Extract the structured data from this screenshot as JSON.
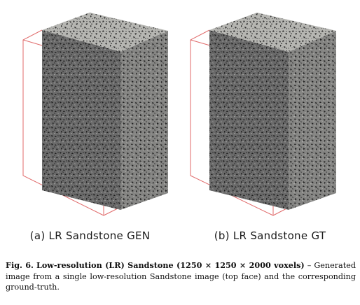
{
  "figure": {
    "panels": [
      {
        "subcaption": "(a) LR Sandstone GEN"
      },
      {
        "subcaption": "(b) LR Sandstone GT"
      }
    ],
    "colors": {
      "frame": "#e06a6a",
      "top_face": "#b6b6b2",
      "front_face": "#707070",
      "side_face": "#8a8a88",
      "grain_dark": "#1e1e1e"
    }
  },
  "caption": {
    "label": "Fig. 6.",
    "title": "Low-resolution (LR) Sandstone (1250 × 1250 × 2000 voxels)",
    "text": " – Generated image from a single low-resolution Sandstone image (top face) and the corresponding ground-truth."
  }
}
